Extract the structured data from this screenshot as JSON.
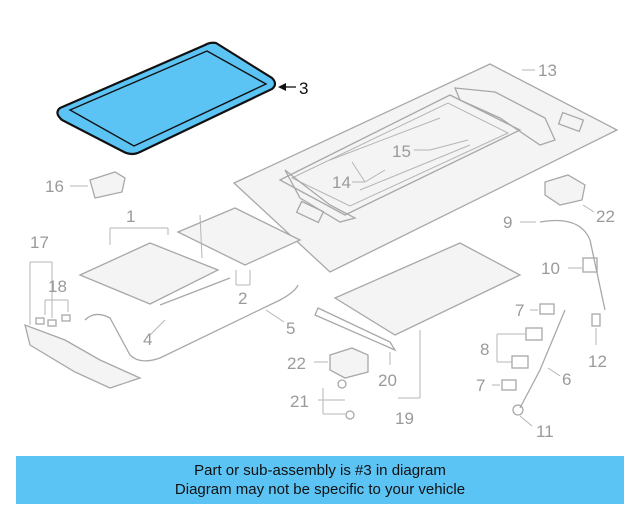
{
  "colors": {
    "highlight_fill": "#5bc4f5",
    "highlight_stroke": "#111111",
    "part_stroke": "#a8a8a8",
    "banner_bg": "#5bc4f5"
  },
  "callouts": {
    "c1": "1",
    "c2": "2",
    "c3": "3",
    "c4": "4",
    "c5": "5",
    "c6": "6",
    "c7a": "7",
    "c7b": "7",
    "c8": "8",
    "c9": "9",
    "c10": "10",
    "c11": "11",
    "c12": "12",
    "c13": "13",
    "c14": "14",
    "c15": "15",
    "c16": "16",
    "c17": "17",
    "c18": "18",
    "c19": "19",
    "c20": "20",
    "c21": "21",
    "c22a": "22",
    "c22b": "22"
  },
  "highlighted_part": "3",
  "banner": {
    "line1": "Part or sub-assembly is #3 in diagram",
    "line2": "Diagram may not be specific to your vehicle"
  }
}
